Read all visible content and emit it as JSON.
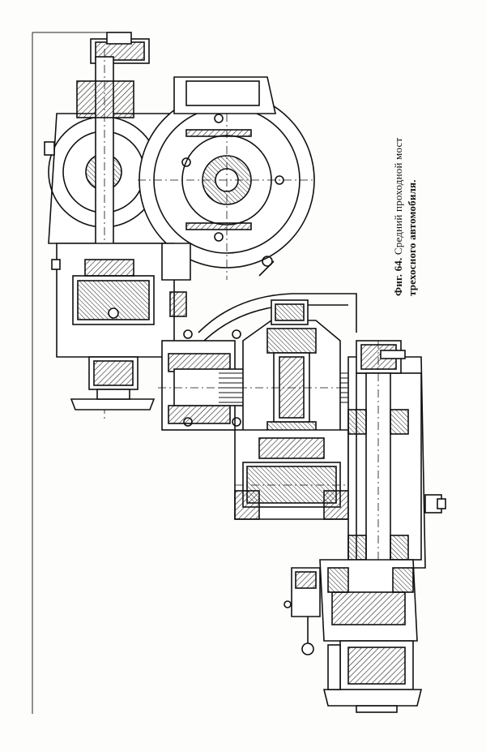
{
  "figure": {
    "label": "Фиг. 64.",
    "caption_line1": "Средний проходной мост",
    "caption_line2": "трехосного автомобиля."
  },
  "colors": {
    "ink": "#111111",
    "paper": "#fdfdfb",
    "hatch": "#333333"
  }
}
